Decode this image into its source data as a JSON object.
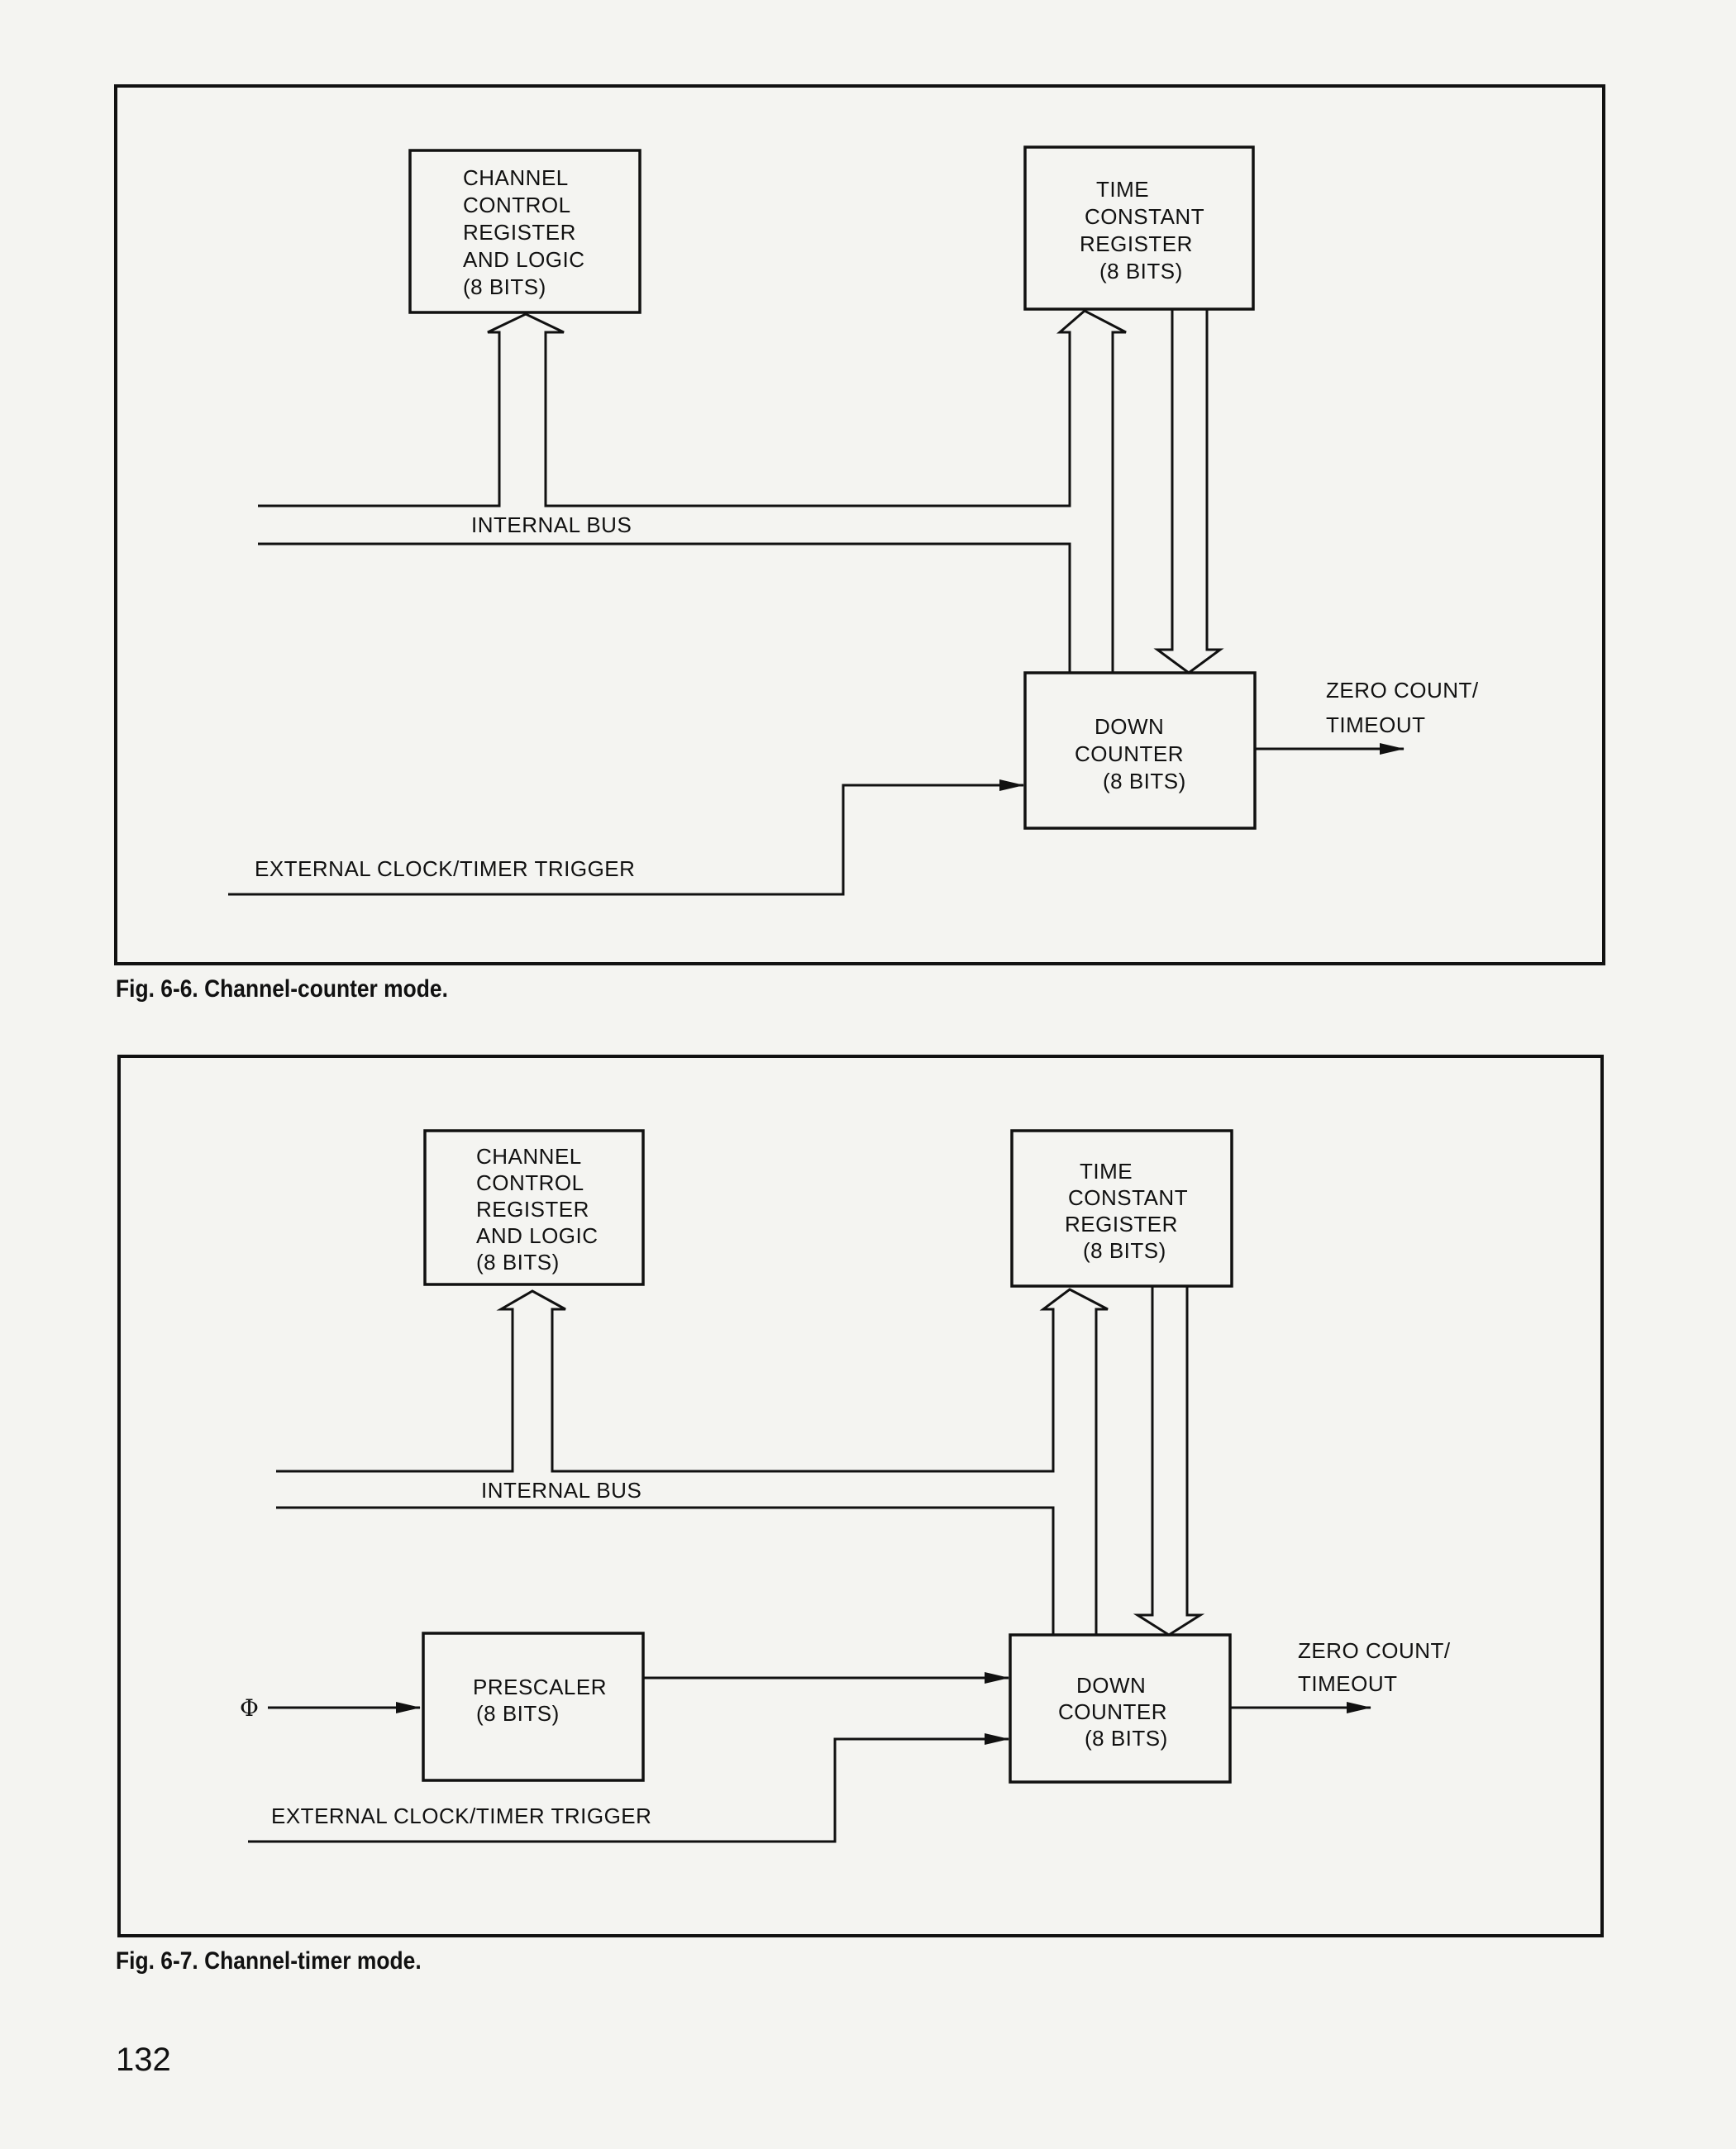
{
  "figures": [
    {
      "caption": "Fig. 6-6. Channel-counter mode.",
      "blocks": {
        "control": [
          "CHANNEL",
          "CONTROL",
          "REGISTER",
          "AND LOGIC",
          "(8 BITS)"
        ],
        "time_constant": [
          "TIME",
          "CONSTANT",
          "REGISTER",
          "(8 BITS)"
        ],
        "down_counter": [
          "DOWN",
          "COUNTER",
          "(8 BITS)"
        ]
      },
      "labels": {
        "internal_bus": "INTERNAL BUS",
        "zero_count": [
          "ZERO COUNT/",
          "TIMEOUT"
        ],
        "external_clock": "EXTERNAL CLOCK/TIMER TRIGGER"
      }
    },
    {
      "caption": "Fig. 6-7. Channel-timer mode.",
      "blocks": {
        "control": [
          "CHANNEL",
          "CONTROL",
          "REGISTER",
          "AND LOGIC",
          "(8 BITS)"
        ],
        "time_constant": [
          "TIME",
          "CONSTANT",
          "REGISTER",
          "(8 BITS)"
        ],
        "down_counter": [
          "DOWN",
          "COUNTER",
          "(8 BITS)"
        ],
        "prescaler": [
          "PRESCALER",
          "(8 BITS)"
        ]
      },
      "labels": {
        "internal_bus": "INTERNAL BUS",
        "zero_count": [
          "ZERO COUNT/",
          "TIMEOUT"
        ],
        "external_clock": "EXTERNAL CLOCK/TIMER TRIGGER",
        "phi": "Φ"
      }
    }
  ],
  "page_number": "132"
}
